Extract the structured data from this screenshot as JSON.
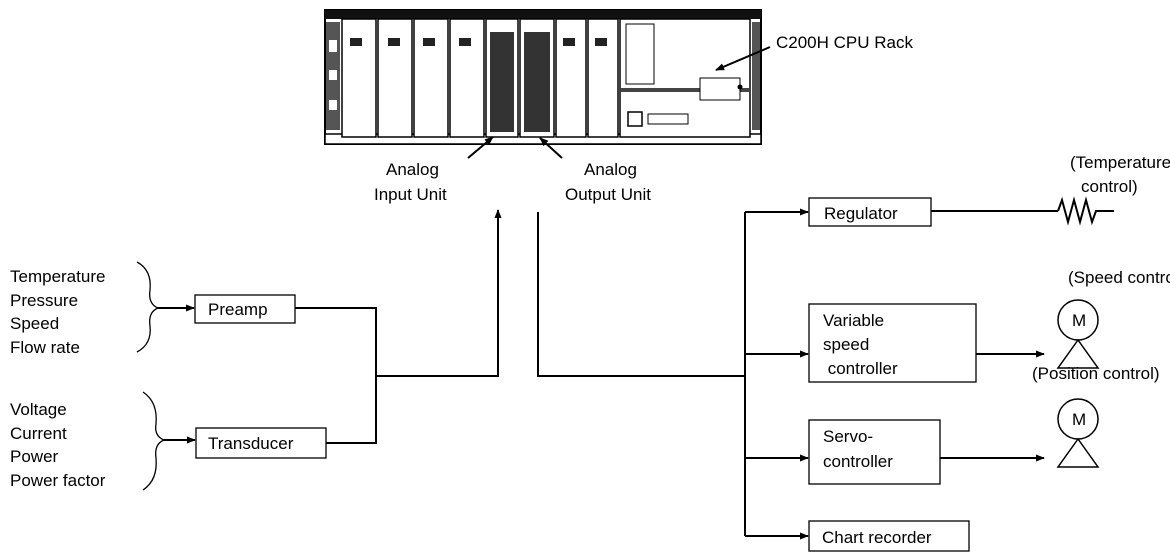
{
  "labels": {
    "cpu_rack": "C200H CPU Rack",
    "analog_input_line1": "Analog",
    "analog_input_line2": "Input Unit",
    "analog_output_line1": "Analog",
    "analog_output_line2": "Output Unit",
    "temperature_control_line1": "(Temperature",
    "temperature_control_line2": "control)",
    "speed_control": "(Speed control)",
    "position_control": "(Position control)"
  },
  "inputs": {
    "sensor_group_1": [
      "Temperature",
      "Pressure",
      "Speed",
      "Flow rate"
    ],
    "sensor_group_2": [
      "Voltage",
      "Current",
      "Power",
      "Power factor"
    ]
  },
  "boxes": {
    "preamp": "Preamp",
    "transducer": "Transducer",
    "regulator": "Regulator",
    "variable_speed": [
      "Variable",
      "speed",
      " controller"
    ],
    "servo": [
      "Servo-",
      "controller"
    ],
    "chart_recorder": "Chart recorder"
  },
  "motors": {
    "speed_motor": "M",
    "position_motor": "M"
  }
}
